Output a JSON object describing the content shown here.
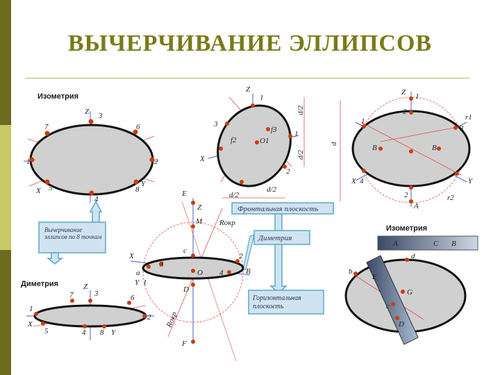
{
  "title": "ВЫЧЕРЧИВАНИЕ ЭЛЛИПСОВ",
  "colors": {
    "sidebar_dark": "#6b6b1e",
    "sidebar_light": "#c8c864",
    "ellipse_fill": "#d0d0d0",
    "point": "#d03a00",
    "axis_blue": "#4060d0",
    "construct_red": "#e05050",
    "callout_bg": "#cfe4f0",
    "callout_border": "#5aa9c8"
  },
  "headings": {
    "iso_top": "Изометрия",
    "iso_right": "Изометрия",
    "dimetry": "Диметрия"
  },
  "callouts": {
    "eight_points": "Вычерчивание эллипсов по 8 точкам",
    "frontal": "Фронтальная плоскость",
    "dimetry": "Диметрия",
    "horizontal": "Горизонтальная плоскость"
  },
  "labels": {
    "iso1": {
      "z": "Z",
      "x": "X",
      "y": "Y",
      "p1": "1",
      "p2": "2",
      "p3": "3",
      "p4": "4",
      "p5": "5",
      "p6": "6",
      "p7": "7",
      "p8": "8"
    },
    "dim1": {
      "z": "Z",
      "x": "X",
      "y": "Y",
      "p1": "1",
      "p2": "2",
      "p3": "3",
      "p4": "4",
      "p5": "5",
      "p6": "6",
      "p7": "7",
      "p8": "8"
    },
    "front": {
      "z": "Z",
      "x": "X",
      "p1": "1",
      "p2": "2",
      "p3": "3",
      "o1": "O1",
      "d2a": "d/2",
      "d2b": "d/2",
      "d2c": "d/2",
      "d2d": "d/2",
      "f3": "f3",
      "f2": "f2"
    },
    "center": {
      "e": "E",
      "z": "Z",
      "m": "M",
      "rokr": "Rокр",
      "rokr2": "Rокр",
      "c": "c",
      "x": "X",
      "y": "Y",
      "a": "a",
      "one": "1",
      "o": "O",
      "b": "B",
      "d": "D",
      "p3": "3",
      "p4": "4",
      "p2": "2",
      "f": "F"
    },
    "iso2": {
      "z": "Z",
      "p1": "1",
      "p2": "2",
      "p3": "3",
      "p4": "4",
      "x": "X",
      "y": "Y",
      "a": "A",
      "b": "B",
      "r1": "r1",
      "r2": "r2",
      "d": "d"
    },
    "iso3": {
      "a": "A",
      "c": "C",
      "b": "B",
      "d": "d",
      "b2": "b",
      "c2": "c",
      "g": "G",
      "d2": "D",
      "e": "E"
    }
  }
}
